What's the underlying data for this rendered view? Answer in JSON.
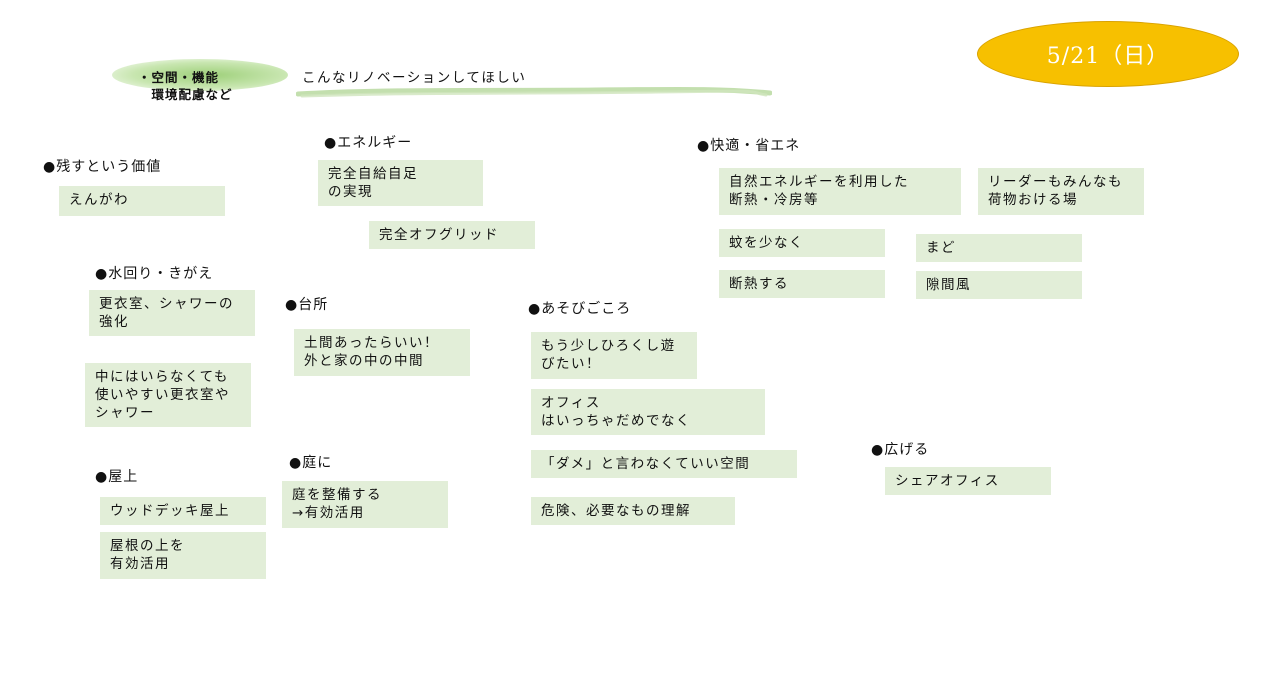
{
  "date": "5/21（日）",
  "category_badge": "・空間・機能\n　環境配慮など",
  "page_title": "こんなリノベーションしてほしい",
  "sections": {
    "nokosu": {
      "heading": "●残すという価値",
      "items": [
        "えんがわ"
      ]
    },
    "energy": {
      "heading": "●エネルギー",
      "items": [
        "完全自給自足\nの実現",
        "完全オフグリッド"
      ]
    },
    "kaiteki": {
      "heading": "●快適・省エネ",
      "items": [
        "自然エネルギーを利用した\n断熱・冷房等",
        "リーダーもみんなも\n荷物おける場",
        "蚊を少なく",
        "まど",
        "断熱する",
        "隙間風"
      ]
    },
    "mizumawari": {
      "heading": "●水回り・きがえ",
      "items": [
        "更衣室、シャワーの\n強化",
        "中にはいらなくても\n使いやすい更衣室や\nシャワー"
      ]
    },
    "daidokoro": {
      "heading": "●台所",
      "items": [
        "土間あったらいい！\n外と家の中の中間"
      ]
    },
    "asobigokoro": {
      "heading": "●あそびごころ",
      "items": [
        "もう少しひろくし遊\nびたい！",
        "オフィス\nはいっちゃだめでなく",
        "「ダメ」と言わなくていい空間",
        "危険、必要なもの理解"
      ]
    },
    "niwa": {
      "heading": "●庭に",
      "items": [
        "庭を整備する\n→有効活用"
      ]
    },
    "okujo": {
      "heading": "●屋上",
      "items": [
        "ウッドデッキ屋上",
        "屋根の上を\n有効活用"
      ]
    },
    "hirogeru": {
      "heading": "●広げる",
      "items": [
        "シェアオフィス"
      ]
    }
  },
  "colors": {
    "note_bg": "#e2eed8",
    "date_oval": "#f7c000",
    "badge_green": "#9ed07a"
  }
}
